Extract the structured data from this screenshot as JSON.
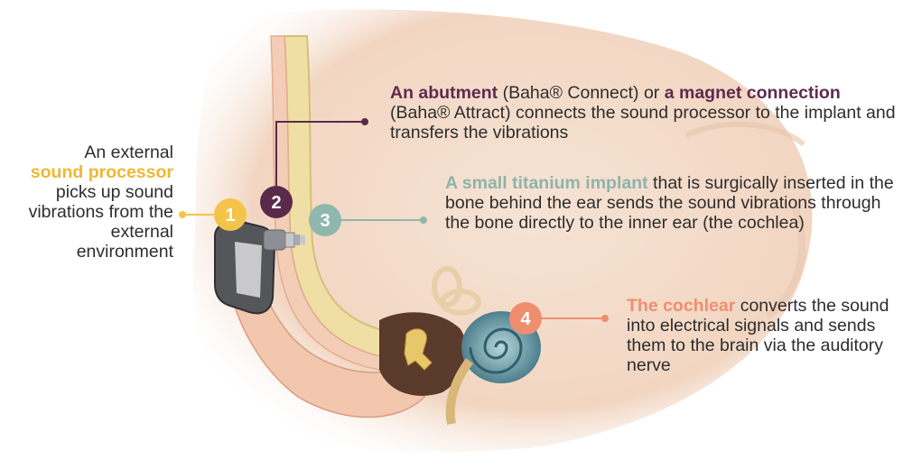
{
  "colors": {
    "step1": "#f4c34a",
    "step2": "#5a2a4b",
    "step3": "#8fb7ae",
    "step4": "#ef8e6f",
    "skin": "#f3d9c6",
    "bone": "#f0dfa5",
    "cochlea": "#5f8f9c"
  },
  "steps": [
    {
      "number": "1",
      "pre": "An external",
      "highlight": "sound processor",
      "post": "picks up sound vibrations from the external environment"
    },
    {
      "number": "2",
      "highlight_a": "An abutment",
      "text_a": " (Baha® Connect) or ",
      "highlight_b": "a magnet connection",
      "text_b": " (Baha® Attract) connects the sound processor to the implant and transfers the vibrations"
    },
    {
      "number": "3",
      "highlight": "A small titanium implant",
      "post": " that is surgically inserted in the bone behind the ear sends the sound vibrations through the bone directly to the inner ear (the cochlea)"
    },
    {
      "number": "4",
      "highlight": "The cochlear",
      "post": " converts the sound into electrical signals and sends them to the brain via the auditory nerve"
    }
  ]
}
